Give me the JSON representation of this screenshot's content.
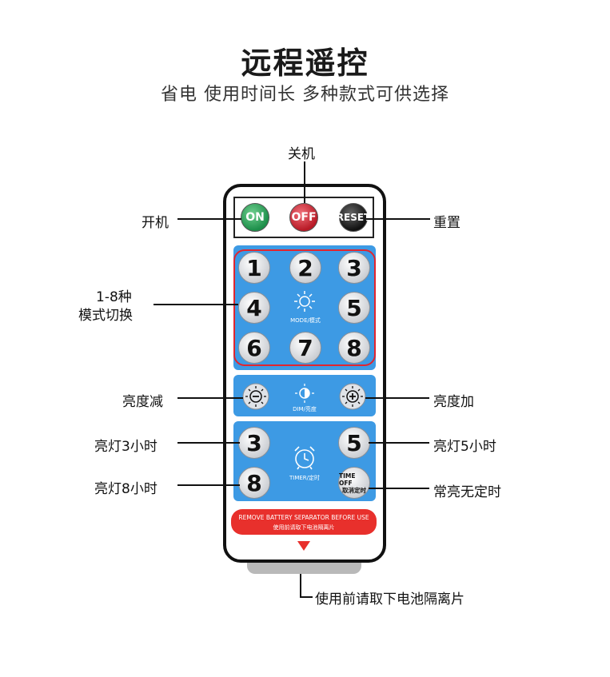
{
  "header": {
    "title": "远程遥控",
    "subtitle": "省电 使用时间长 多种款式可供选择"
  },
  "callouts": {
    "off": "关机",
    "on": "开机",
    "reset": "重置",
    "modes_line1": "1-8种",
    "modes_line2": "模式切换",
    "dim_down": "亮度减",
    "dim_up": "亮度加",
    "light3": "亮灯3小时",
    "light5": "亮灯5小时",
    "light8": "亮灯8小时",
    "always_on": "常亮无定时",
    "remove_separator": "使用前请取下电池隔离片"
  },
  "remote": {
    "on_label": "ON",
    "off_label": "OFF",
    "reset_label": "RESET",
    "mode_numbers": [
      "1",
      "2",
      "3",
      "4",
      "5",
      "6",
      "7",
      "8"
    ],
    "mode_caption": "MODE/模式",
    "dim_caption": "DIM/亮度",
    "timer_caption": "TIMER/定时",
    "timer_numbers": [
      "3",
      "5",
      "8"
    ],
    "time_off_line1": "TIME OFF",
    "time_off_line2": "取消定时",
    "banner_line1": "REMOVE BATTERY SEPARATOR BEFORE USE",
    "banner_line2": "使用前请取下电池隔离片"
  },
  "colors": {
    "panel_blue": "#3d9ae4",
    "on_green": "#1d8f4a",
    "off_red": "#b81a26",
    "banner_red": "#e8302c"
  }
}
